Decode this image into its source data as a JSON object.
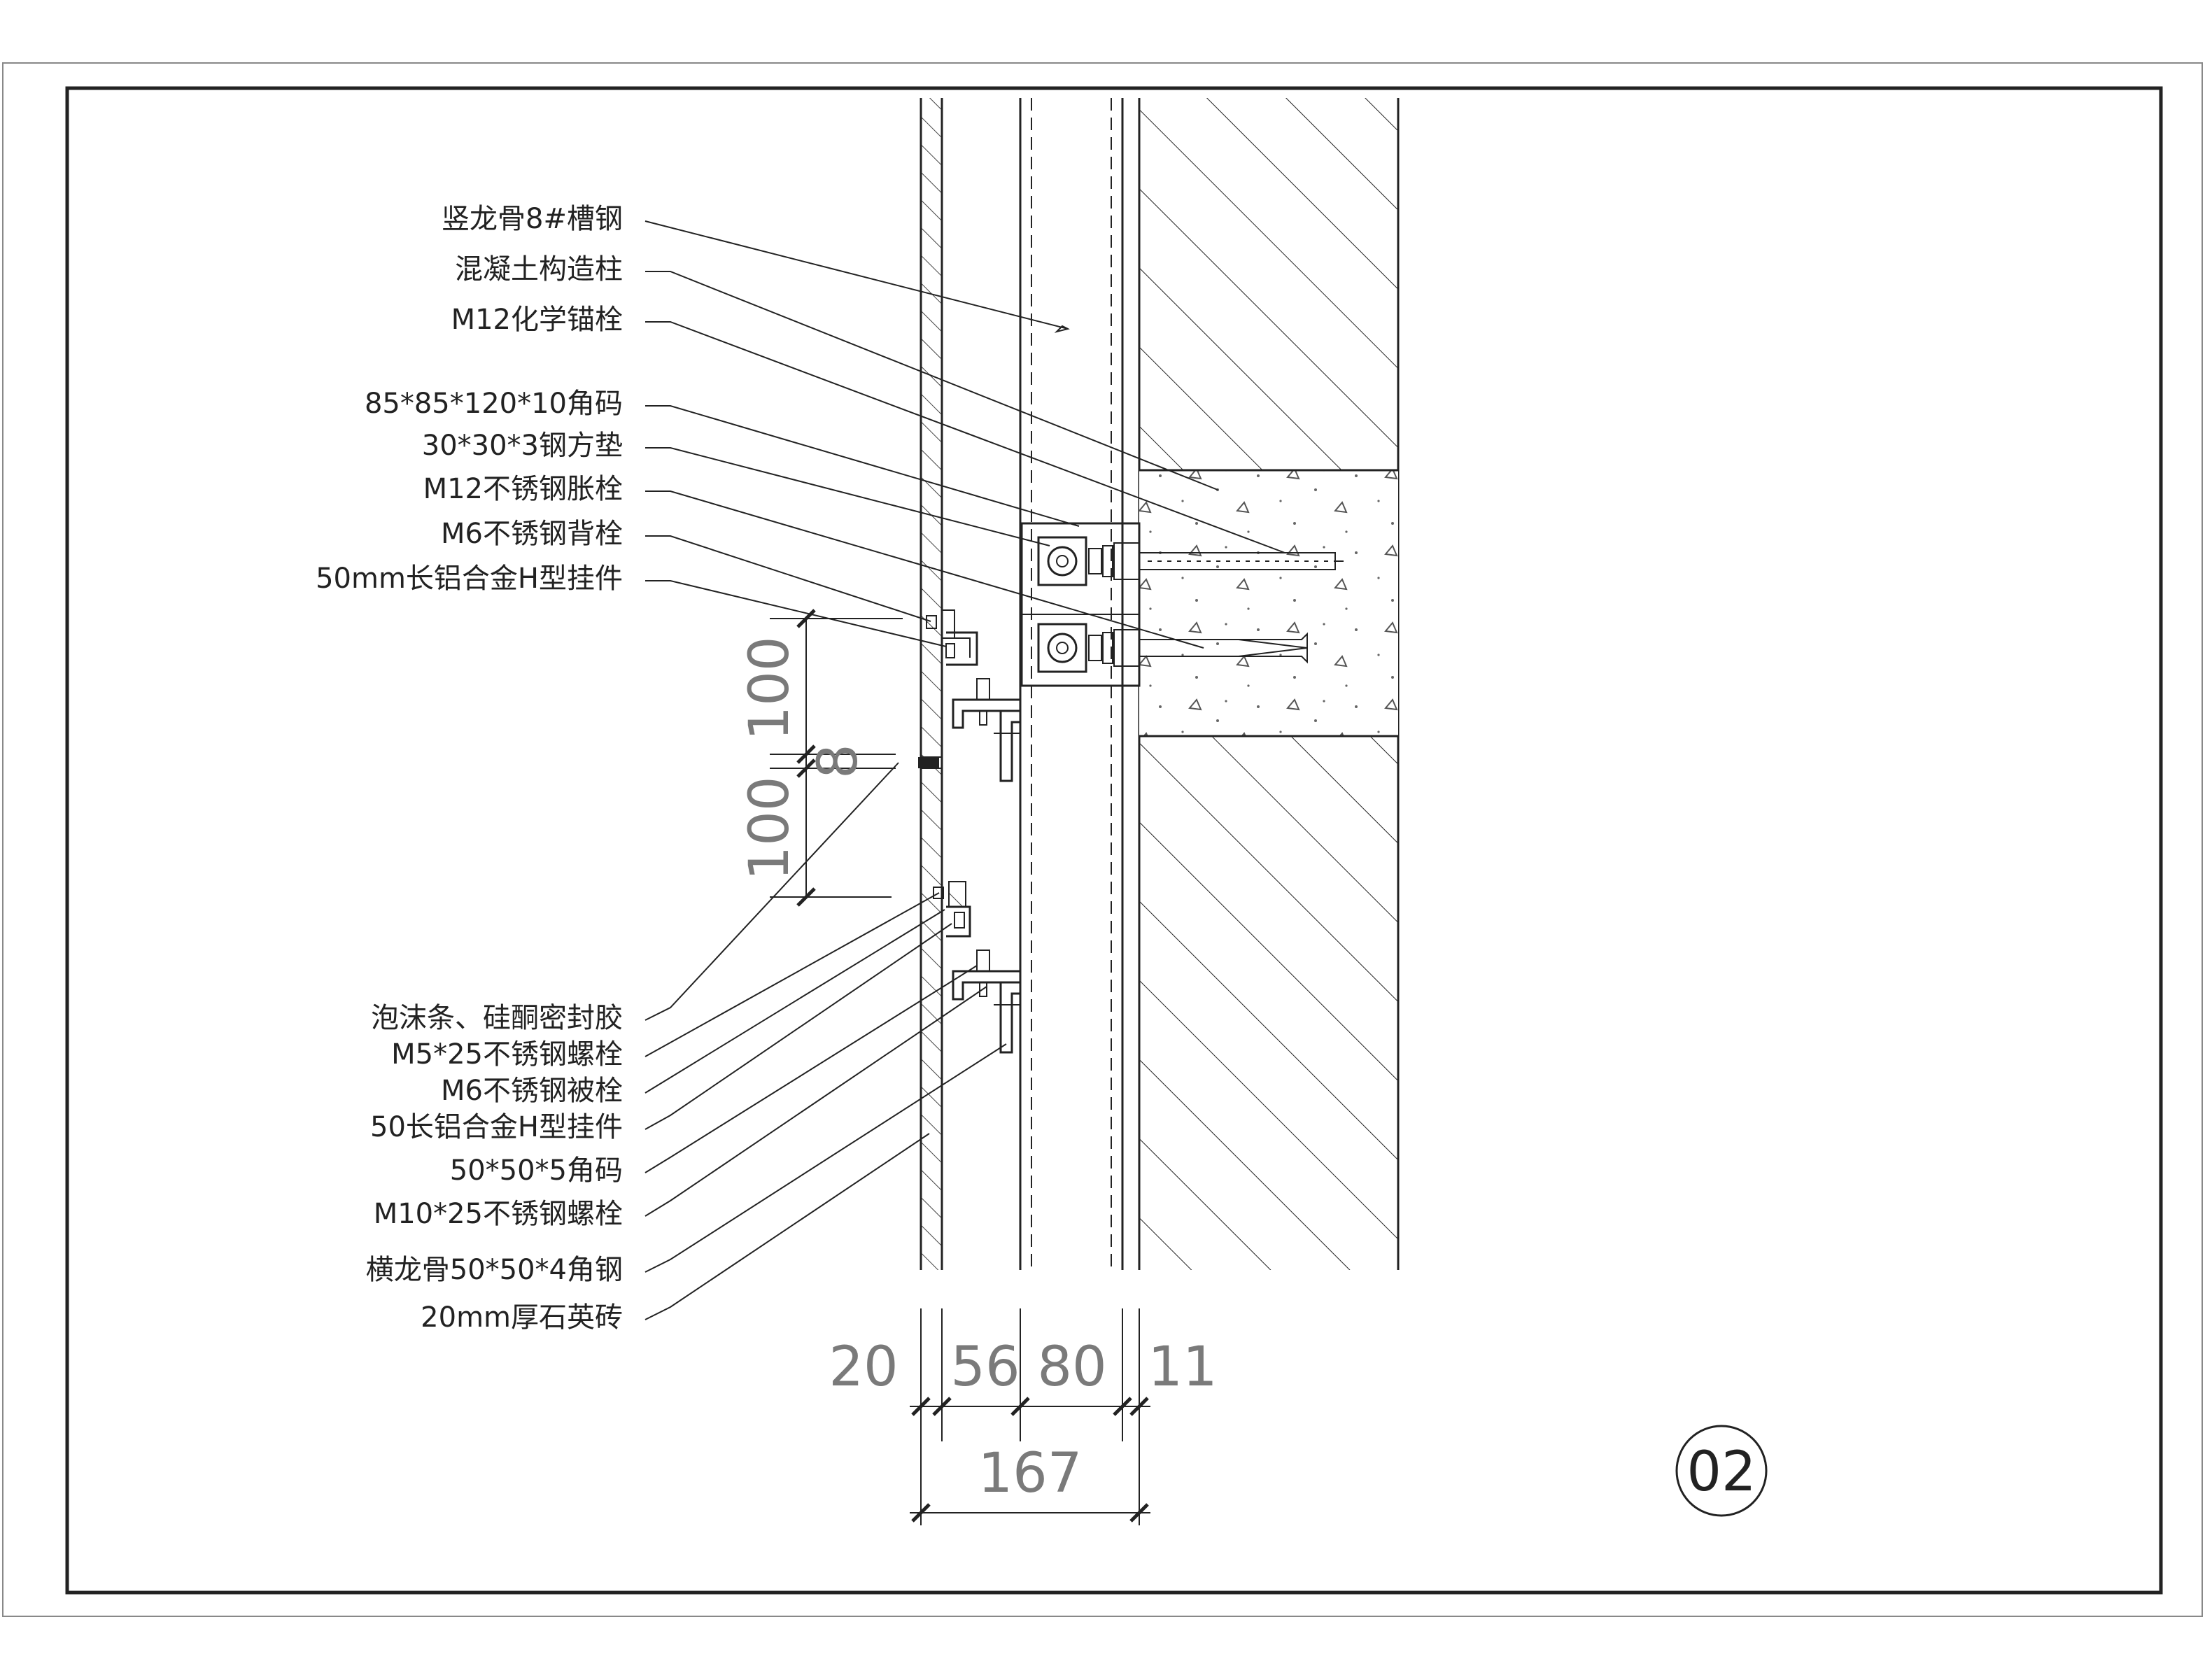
{
  "labels_top": [
    "竖龙骨8#槽钢",
    "混凝土构造柱",
    "M12化学锚栓",
    "85*85*120*10角码",
    "30*30*3钢方垫",
    "M12不锈钢胀栓",
    "M6不锈钢背栓",
    "50mm长铝合金H型挂件"
  ],
  "labels_bottom": [
    "泡沫条、硅酮密封胶",
    "M5*25不锈钢螺栓",
    "M6不锈钢被栓",
    "50长铝合金H型挂件",
    "50*50*5角码",
    "M10*25不锈钢螺栓",
    "横龙骨50*50*4角钢",
    "20mm厚石英砖"
  ],
  "dims_vertical": [
    "100",
    "8",
    "100"
  ],
  "dims_horizontal": [
    "20",
    "56",
    "80",
    "11"
  ],
  "dim_total": "167",
  "detail_tag": "02"
}
